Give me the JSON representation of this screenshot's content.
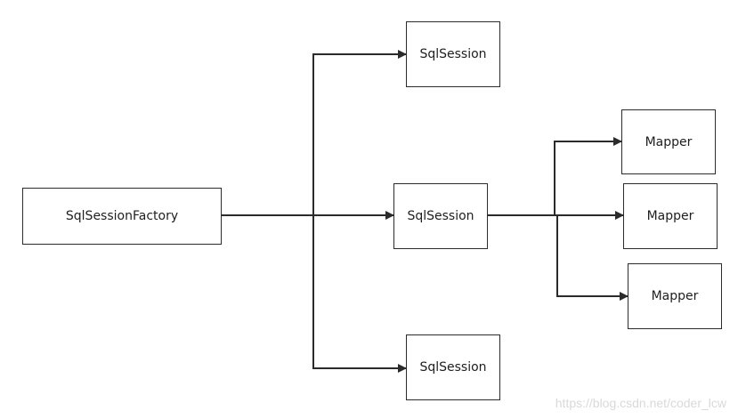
{
  "nodes": {
    "factory": {
      "label": "SqlSessionFactory"
    },
    "session_top": {
      "label": "SqlSession"
    },
    "session_mid": {
      "label": "SqlSession"
    },
    "session_bottom": {
      "label": "SqlSession"
    },
    "mapper_1": {
      "label": "Mapper"
    },
    "mapper_2": {
      "label": "Mapper"
    },
    "mapper_3": {
      "label": "Mapper"
    }
  },
  "edges": [
    {
      "from": "SqlSessionFactory",
      "to": "SqlSession (top)"
    },
    {
      "from": "SqlSessionFactory",
      "to": "SqlSession (middle)"
    },
    {
      "from": "SqlSessionFactory",
      "to": "SqlSession (bottom)"
    },
    {
      "from": "SqlSession (middle)",
      "to": "Mapper 1"
    },
    {
      "from": "SqlSession (middle)",
      "to": "Mapper 2"
    },
    {
      "from": "SqlSession (middle)",
      "to": "Mapper 3"
    }
  ],
  "watermark": "https://blog.csdn.net/coder_lcw",
  "colors": {
    "stroke": "#2b2b2b",
    "watermark": "#d9d9d9"
  }
}
